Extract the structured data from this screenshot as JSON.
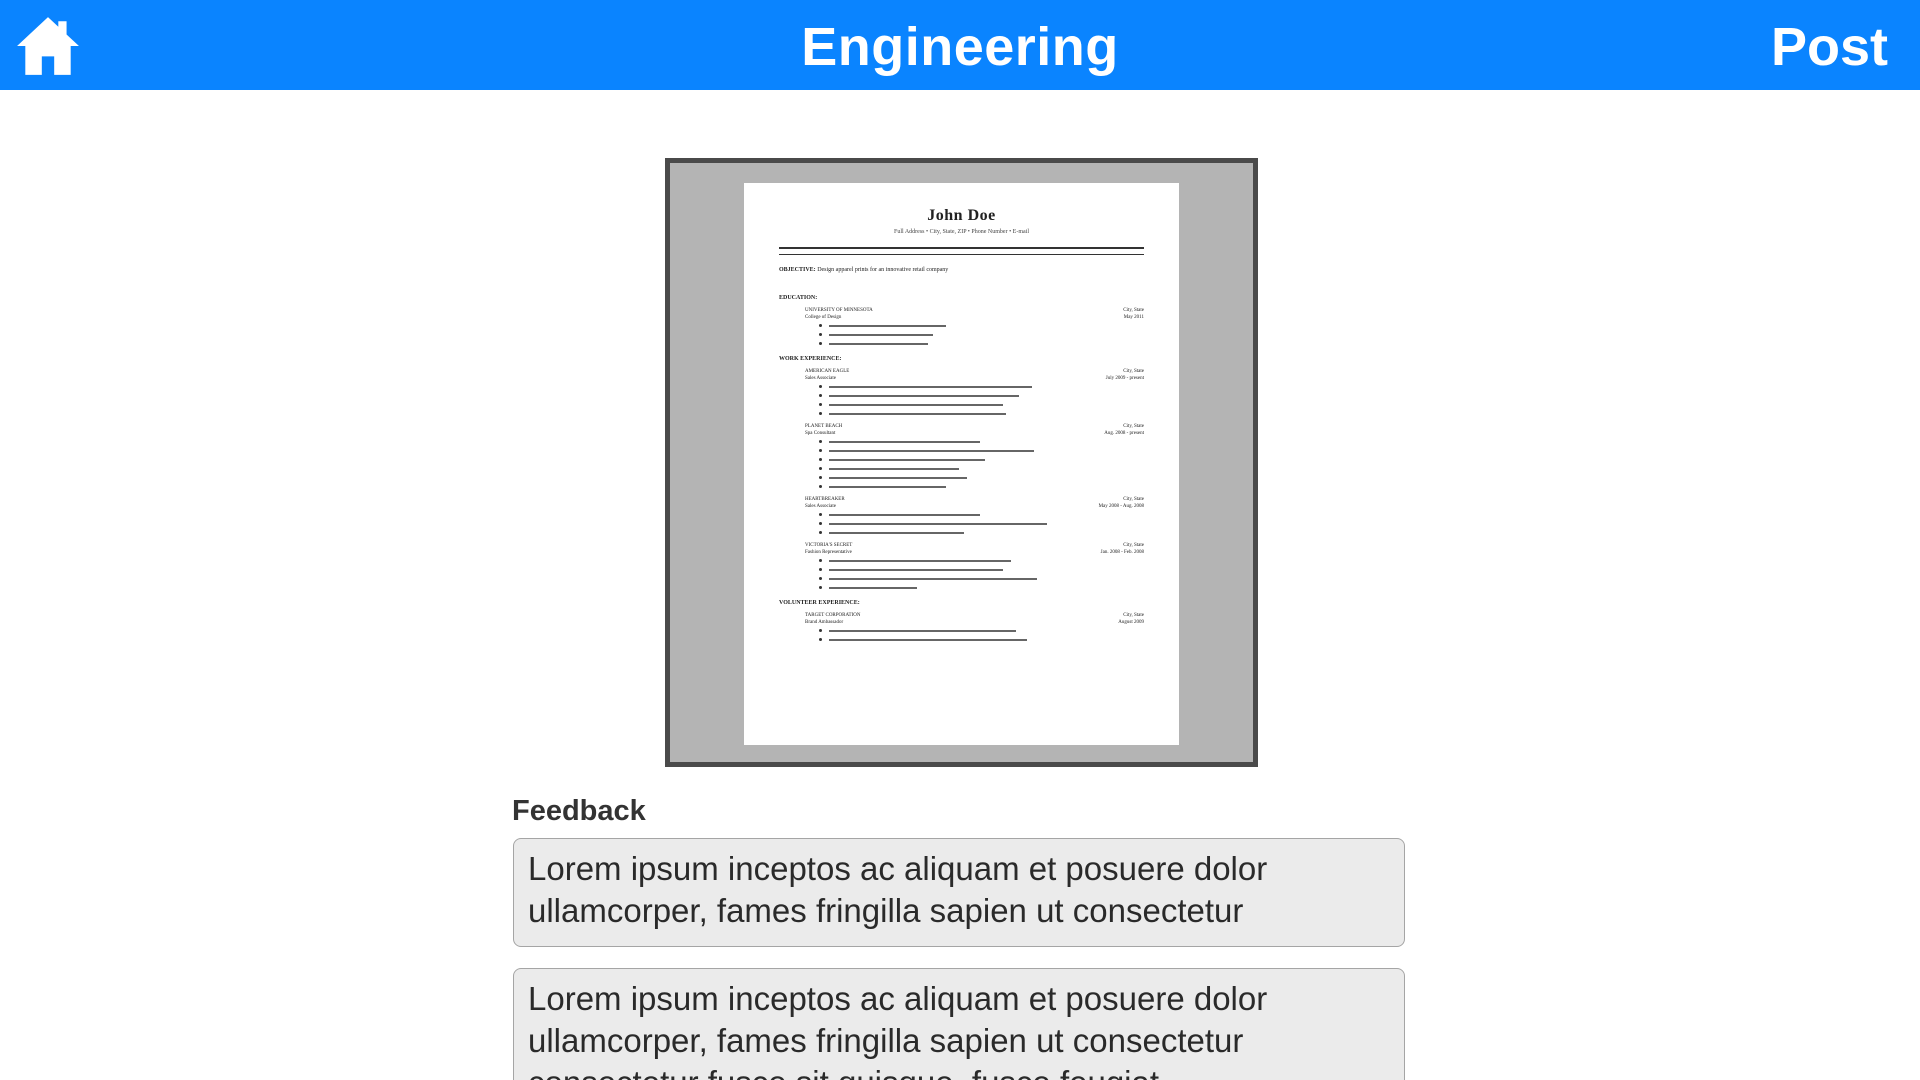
{
  "header": {
    "title": "Engineering",
    "post_label": "Post",
    "bar_color": "#0a84ff",
    "home_icon": "home-icon"
  },
  "resume": {
    "name": "John Doe",
    "contact": "Full Address • City, State, ZIP • Phone Number • E-mail",
    "objective_label": "OBJECTIVE:",
    "objective_text": "Design apparel prints for an innovative retail company",
    "sections": [
      {
        "heading": "EDUCATION:",
        "entries": [
          {
            "org": "UNIVERSITY OF MINNESOTA",
            "location": "City, State",
            "role": "College of Design",
            "dates": "May 2011",
            "bullets": [
              0.45,
              0.4,
              0.38
            ]
          }
        ]
      },
      {
        "heading": "WORK EXPERIENCE:",
        "entries": [
          {
            "org": "AMERICAN EAGLE",
            "location": "City, State",
            "role": "Sales Associate",
            "dates": "July 2009 - present",
            "bullets": [
              0.78,
              0.73,
              0.67,
              0.68
            ]
          },
          {
            "org": "PLANET BEACH",
            "location": "City, State",
            "role": "Spa Consultant",
            "dates": "Aug. 2008 - present",
            "bullets": [
              0.58,
              0.79,
              0.6,
              0.5,
              0.53,
              0.45
            ]
          },
          {
            "org": "HEARTBREAKER",
            "location": "City, State",
            "role": "Sales Associate",
            "dates": "May 2008 - Aug. 2008",
            "bullets": [
              0.58,
              0.84,
              0.52
            ]
          },
          {
            "org": "VICTORIA'S SECRET",
            "location": "City, State",
            "role": "Fashion Representative",
            "dates": "Jan. 2008 - Feb. 2008",
            "bullets": [
              0.7,
              0.67,
              0.8,
              0.34
            ]
          }
        ]
      },
      {
        "heading": "VOLUNTEER EXPERIENCE:",
        "entries": [
          {
            "org": "TARGET CORPORATION",
            "location": "City, State",
            "role": "Brand Ambassador",
            "dates": "August 2009",
            "bullets": [
              0.72,
              0.76
            ]
          }
        ]
      }
    ]
  },
  "feedback": {
    "label": "Feedback",
    "items": [
      {
        "text": "Lorem ipsum inceptos ac aliquam et posuere dolor ullamcorper, fames fringilla sapien ut consectetur"
      },
      {
        "text": "Lorem ipsum inceptos ac aliquam et posuere dolor ullamcorper, fames fringilla sapien ut consectetur consectetur fusce sit quisque, fusce feugiat"
      }
    ]
  }
}
